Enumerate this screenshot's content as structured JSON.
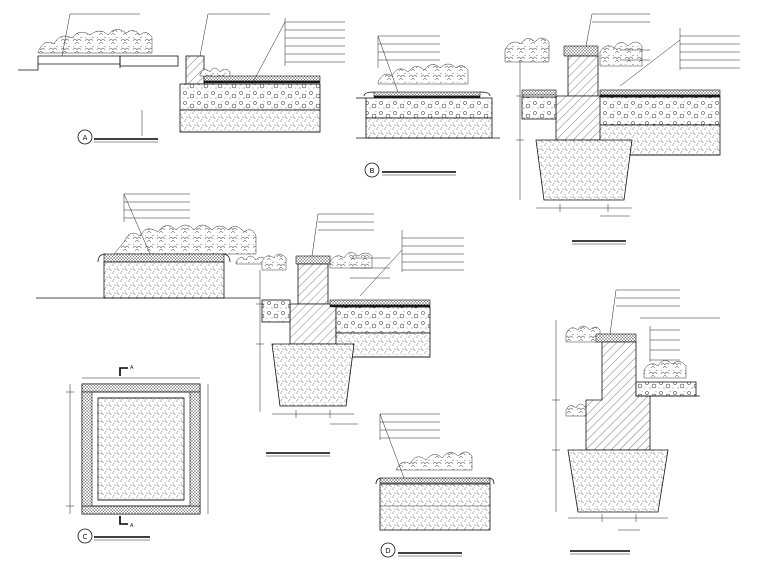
{
  "drawing": {
    "section_a": {
      "marker": "A"
    },
    "section_b": {
      "marker": "B"
    },
    "plan_c": {
      "marker": "C",
      "section_marks": [
        "A",
        "A"
      ]
    },
    "section_d": {
      "marker": "D"
    },
    "colors": {
      "ink": "#111111",
      "paper": "#ffffff"
    }
  }
}
